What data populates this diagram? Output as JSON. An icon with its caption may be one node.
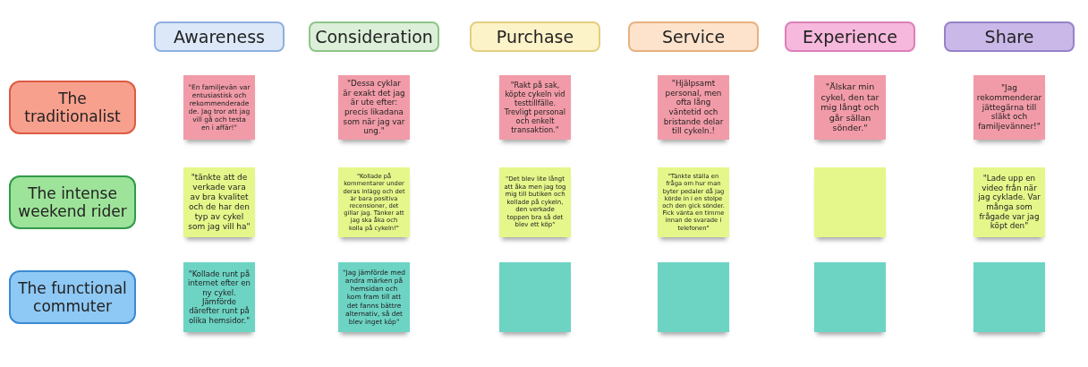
{
  "diagram": {
    "nodes": [
      {
        "text": [
          "Awareness"
        ]
      },
      {
        "text": [
          "Consideration"
        ]
      },
      {
        "text": [
          "Purchase"
        ]
      },
      {
        "text": [
          "Service"
        ]
      },
      {
        "text": [
          "Experience"
        ]
      },
      {
        "text": [
          "Share"
        ]
      },
      {
        "text": [
          "The traditionalist"
        ]
      },
      {
        "text": [
          "\"En familjevän var entusiastisk och rekommenderade de. Jag tror att jag vill gå och testa en i affär!\""
        ]
      },
      {
        "text": [
          "\"Dessa cyklar är exakt det jag är ute efter: precis likadana som när jag var ung.\""
        ]
      },
      {
        "text": [
          "\"Rakt på sak, köpte cykeln vid testtillfälle. Trevligt personal och enkelt transaktion.\""
        ]
      },
      {
        "text": [
          "\"Hjälpsamt personal, men ofta lång väntetid och bristande delar till cykeln.!"
        ]
      },
      {
        "text": [
          "\"Älskar min cykel, den tar mig långt och går sällan sönder.\""
        ]
      },
      {
        "text": [
          "\"Jag rekommenderar jättegärna till släkt och familjevänner!\""
        ]
      },
      {
        "text": [
          "The intense weekend rider"
        ]
      },
      {
        "text": [
          "\"tänkte att de verkade vara av bra kvalitet och de har den typ av cykel som jag vill ha\""
        ]
      },
      {
        "text": [
          "\"Kollade på kommentarer under deras inlägg och det är bara positiva recensioner, det gillar jag. Tänker att jag ska åka och kolla på cykeln!\""
        ]
      },
      {
        "text": [
          "\"Det blev lite långt att åka men jag tog mig till butiken och kollade på cykeln, den verkade toppen bra så det blev ett köp\""
        ]
      },
      {
        "text": [
          "\"Tänkte ställa en fråga om hur man byter pedaler då jag körde in i en stolpe och den gick sönder. Fick vänta en timme innan de svarade i telefonen\""
        ]
      },
      {
        "text": [],
        "shape": "box"
      },
      {
        "text": [
          "\"Lade upp en video från när jag cyklade. Var många som frågade var jag köpt den\""
        ]
      },
      {
        "text": [
          "The functional commuter"
        ]
      },
      {
        "text": [
          "\"Kollade runt på internet efter en ny cykel. Jämförde därefter runt på olika hemsidor.\""
        ]
      },
      {
        "text": [
          "\"Jag jämförde med andra märken på hemsidan och kom fram till att det fanns bättre alternativ, så det blev inget köp\""
        ]
      },
      {
        "text": [],
        "shape": "box"
      },
      {
        "text": [],
        "shape": "box"
      },
      {
        "text": [],
        "shape": "box"
      },
      {
        "text": [],
        "shape": "box"
      }
    ]
  }
}
